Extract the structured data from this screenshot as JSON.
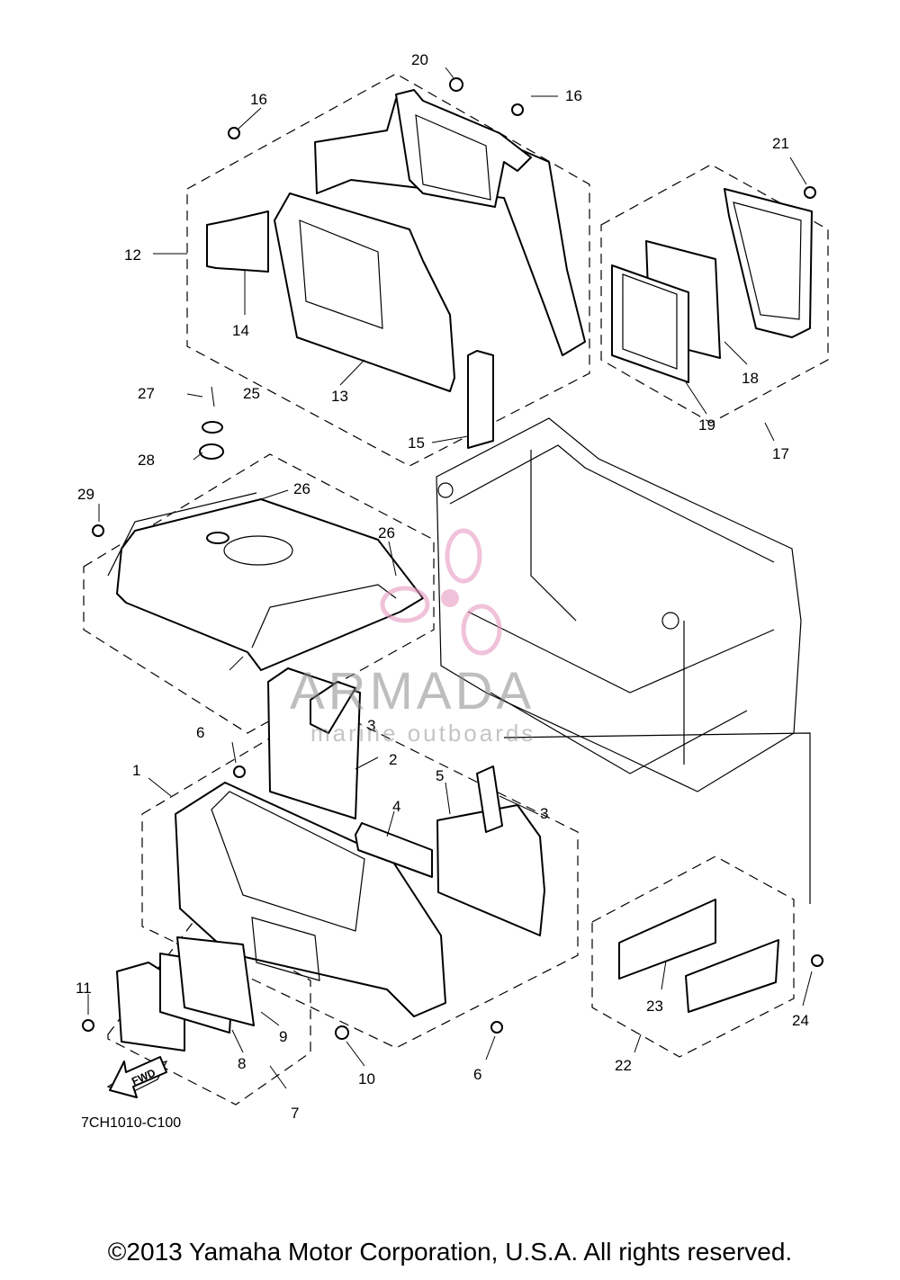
{
  "diagram": {
    "code": "7CH1010-C100",
    "fwd_label": "FWD",
    "copyright": "©2013 Yamaha Motor Corporation, U.S.A. All rights reserved.",
    "watermark": {
      "name": "ARMADA",
      "tagline": "marine outboards"
    },
    "callouts": [
      "1",
      "2",
      "3",
      "3",
      "4",
      "5",
      "6",
      "6",
      "7",
      "8",
      "9",
      "10",
      "11",
      "12",
      "13",
      "14",
      "15",
      "16",
      "16",
      "17",
      "18",
      "19",
      "20",
      "21",
      "22",
      "23",
      "24",
      "25",
      "26",
      "26",
      "27",
      "28",
      "29"
    ]
  }
}
